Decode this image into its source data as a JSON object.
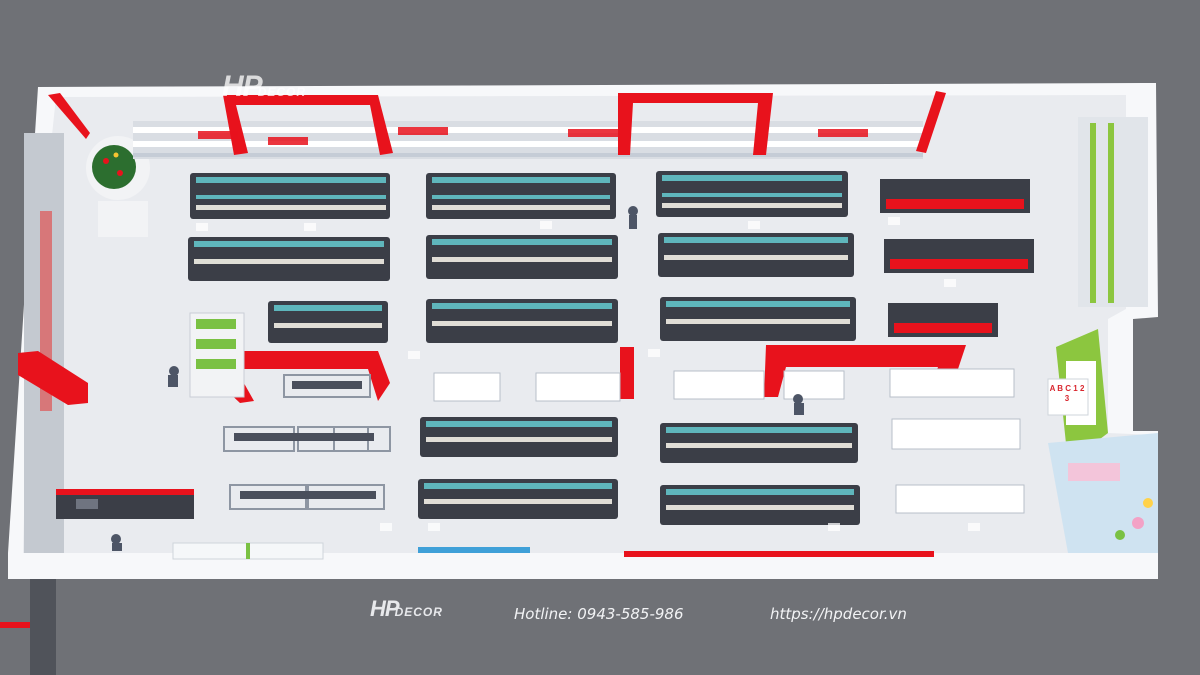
{
  "brand": {
    "logo_main": "HP",
    "logo_sub": "DECOR"
  },
  "footer": {
    "hotline": "Hotline: 0943-585-986",
    "website": "https://hpdecor.vn"
  },
  "sign": {
    "letters": "A B C 1 2 3"
  },
  "colors": {
    "accent_red": "#e8121c",
    "floor": "#e9ebef",
    "shelf_dark": "#3b3e47",
    "product_teal": "#63c3c9",
    "kids_green": "#7ac143",
    "background": "#6f7176"
  }
}
